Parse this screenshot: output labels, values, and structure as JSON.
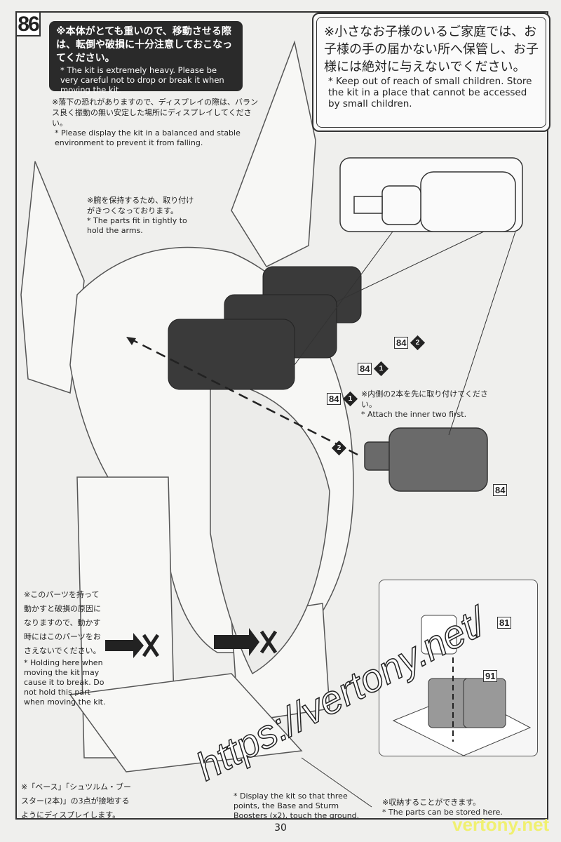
{
  "page": {
    "step_number": "86",
    "page_number": "30"
  },
  "warnings": {
    "heavy": {
      "jp": "※本体がとても重いので、移動させる際は、転倒や破損に十分注意しておこなってください。",
      "en": "* The kit is extremely heavy. Please be very careful not to drop or break it when moving the kit."
    },
    "balance": {
      "jp": "※落下の恐れがありますので、ディスプレイの際は、バランス良く振動の無い安定した場所にディスプレイしてください。",
      "en": "* Please display the kit in a balanced and stable environment to prevent it from falling."
    },
    "children": {
      "jp": "※小さなお子様のいるご家庭では、お子様の手の届かない所へ保管し、お子様には絶対に与えないでください。",
      "en": "* Keep out of reach of small children. Store the kit in a place that cannot be accessed by small children."
    }
  },
  "notes": {
    "arms": {
      "jp": "※腕を保持するため、取り付けがきつくなっております。",
      "en": "* The parts fit in tightly to hold the arms."
    },
    "inner": {
      "jp": "※内側の2本を先に取り付けてください。",
      "en": "* Attach the inner two first."
    },
    "hold": {
      "jp": "※このパーツを持って動かすと破損の原因になりますので、動かす時にはこのパーツをおさえないでください。",
      "en": "* Holding here when moving the kit may cause it to break. Do not hold this part when moving the kit."
    },
    "ground": {
      "jp": "※「ベース」「シュツルム・ブースター(2本)」の3点が接地するようにディスプレイします。",
      "en": "* Display the kit so that three points, the Base and Sturm Boosters (x2), touch the ground."
    },
    "storage": {
      "jp": "※収納することができます。",
      "en": "* The parts can be stored here."
    }
  },
  "callouts": [
    {
      "part": "84",
      "order": "2"
    },
    {
      "part": "84",
      "order": "1"
    },
    {
      "part": "84",
      "order": "1"
    },
    {
      "part": "84",
      "order": ""
    },
    {
      "part": "81",
      "order": ""
    },
    {
      "part": "91",
      "order": ""
    }
  ],
  "arrow_order": "2",
  "watermark": {
    "main": "https://vertony.net/",
    "corner": "vertony.net"
  }
}
